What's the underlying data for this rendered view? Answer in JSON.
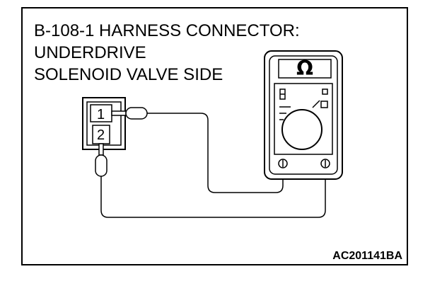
{
  "title": {
    "line1": "B-108-1 HARNESS CONNECTOR:",
    "line2": "UNDERDRIVE",
    "line3": "SOLENOID VALVE SIDE"
  },
  "connector": {
    "pin1": "1",
    "pin2": "2"
  },
  "meter": {
    "display_symbol": "Ω",
    "mode": "ohmmeter"
  },
  "figure_code": "AC201141BA",
  "colors": {
    "line": "#000000",
    "background": "#ffffff"
  }
}
